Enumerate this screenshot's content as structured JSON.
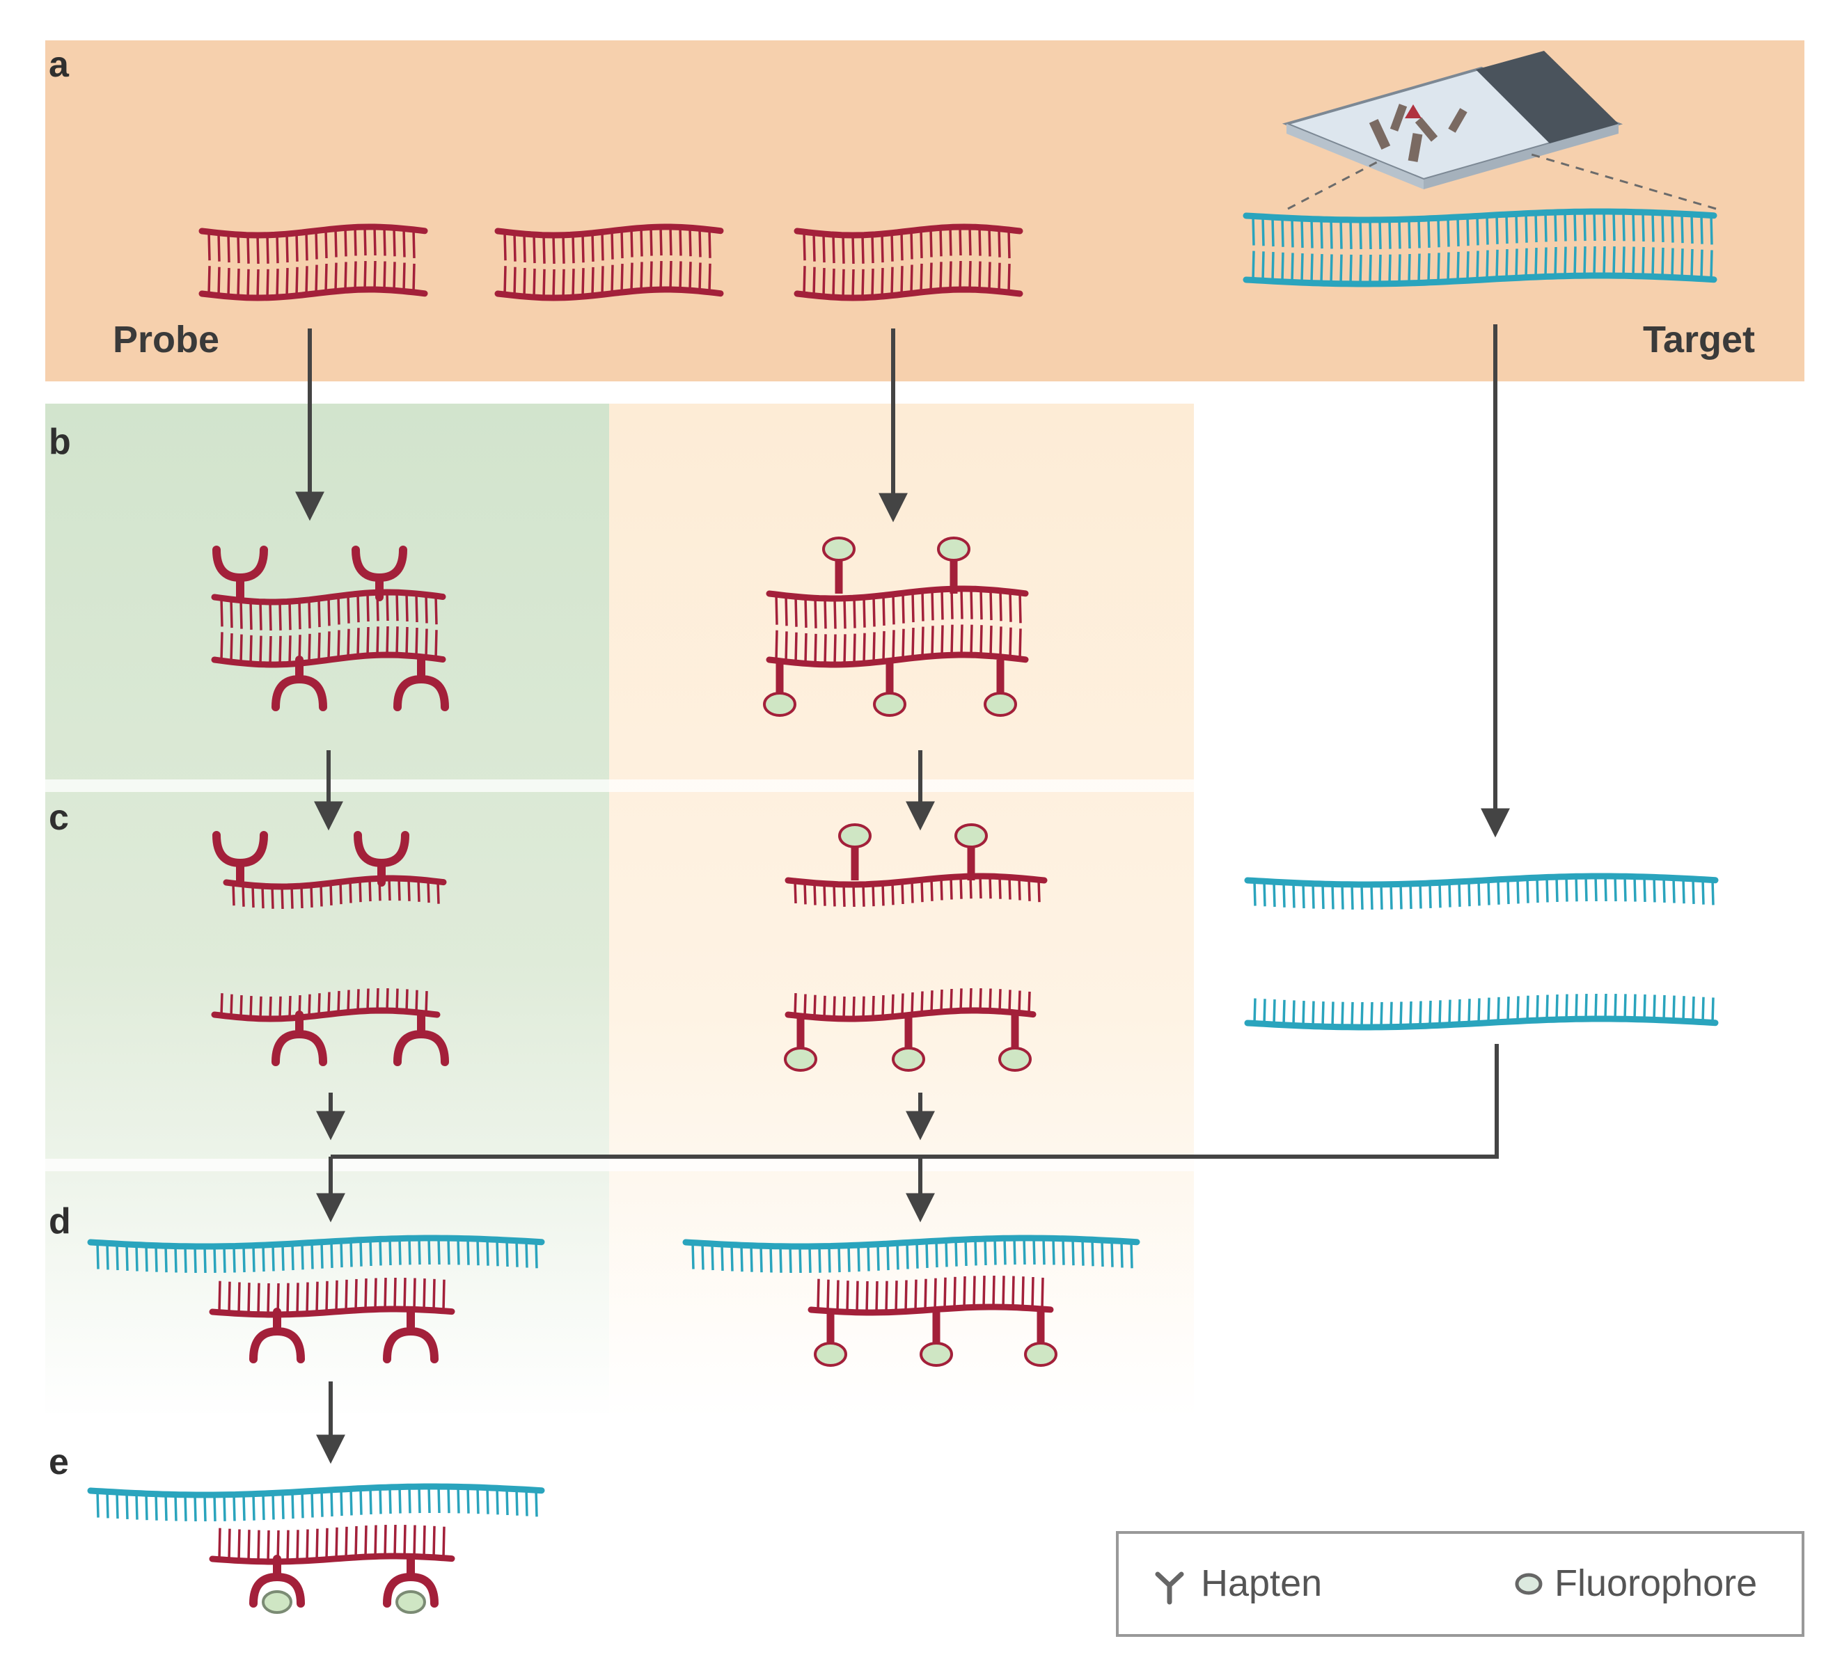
{
  "panels": {
    "a": "a",
    "b": "b",
    "c": "c",
    "d": "d",
    "e": "e"
  },
  "labels": {
    "probe": "Probe",
    "target": "Target"
  },
  "legend": {
    "hapten": "Hapten",
    "fluorophore": "Fluorophore"
  },
  "colors": {
    "probe_strand": "#a3203a",
    "target_strand": "#2aa4bd",
    "fluorophore_fill": "#cfe6c4",
    "arrow": "#444444",
    "panel_a_bg": "#f6d0ad",
    "hapten_column_bg": "#d5e6d0",
    "fluorophore_column_bg": "#fdf0dc"
  }
}
